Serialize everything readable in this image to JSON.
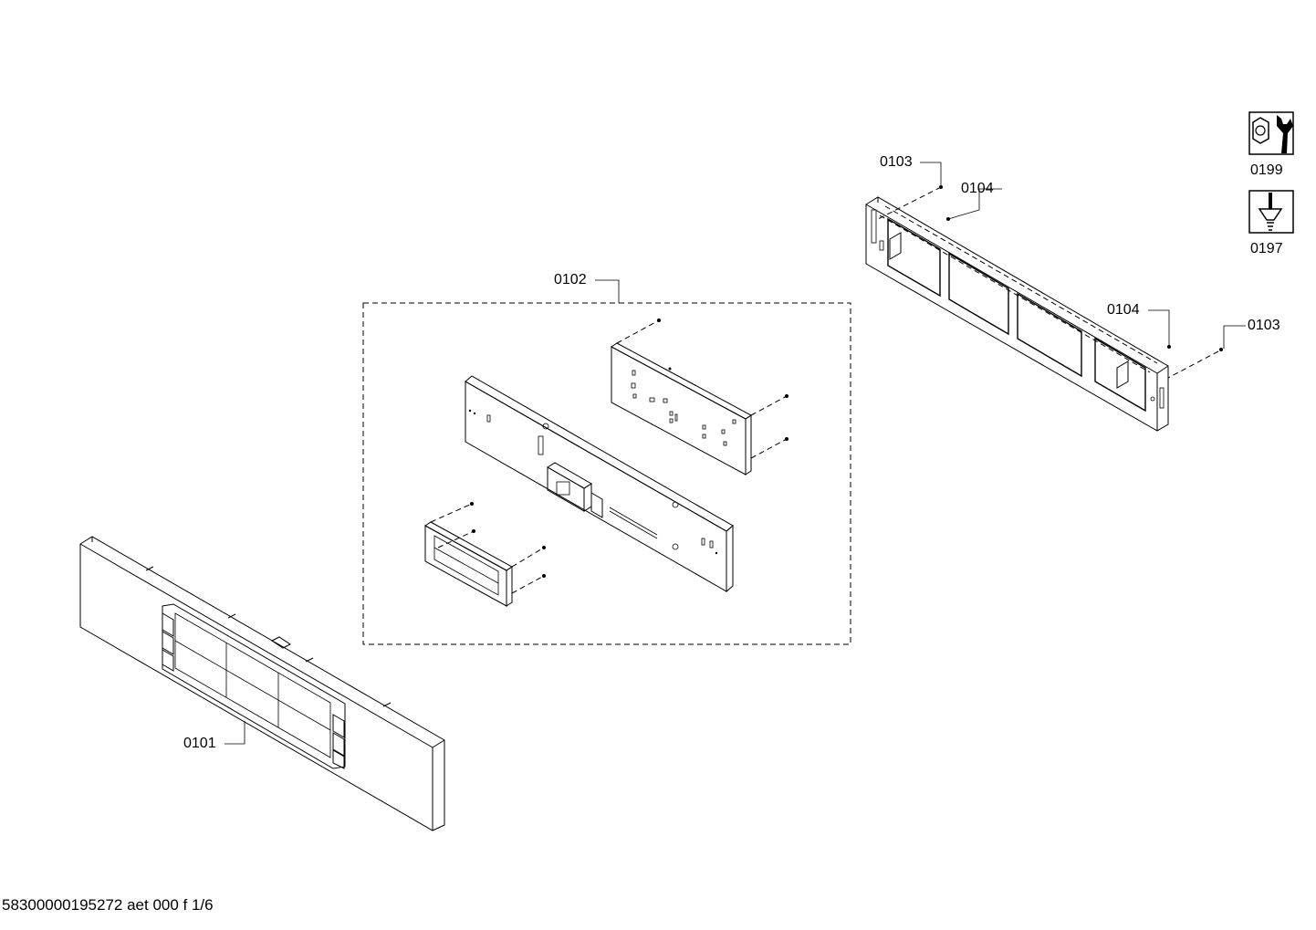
{
  "labels": {
    "p0101": "0101",
    "p0102": "0102",
    "p0103_top": "0103",
    "p0104_top": "0104",
    "p0104_right": "0104",
    "p0103_right": "0103",
    "p0199": "0199",
    "p0197": "0197"
  },
  "icons": {
    "tool_wrench": "wrench-nut-icon",
    "tool_screwdriver": "screwdriver-icon"
  },
  "footer": "58300000195272 aet 000 f 1/6"
}
